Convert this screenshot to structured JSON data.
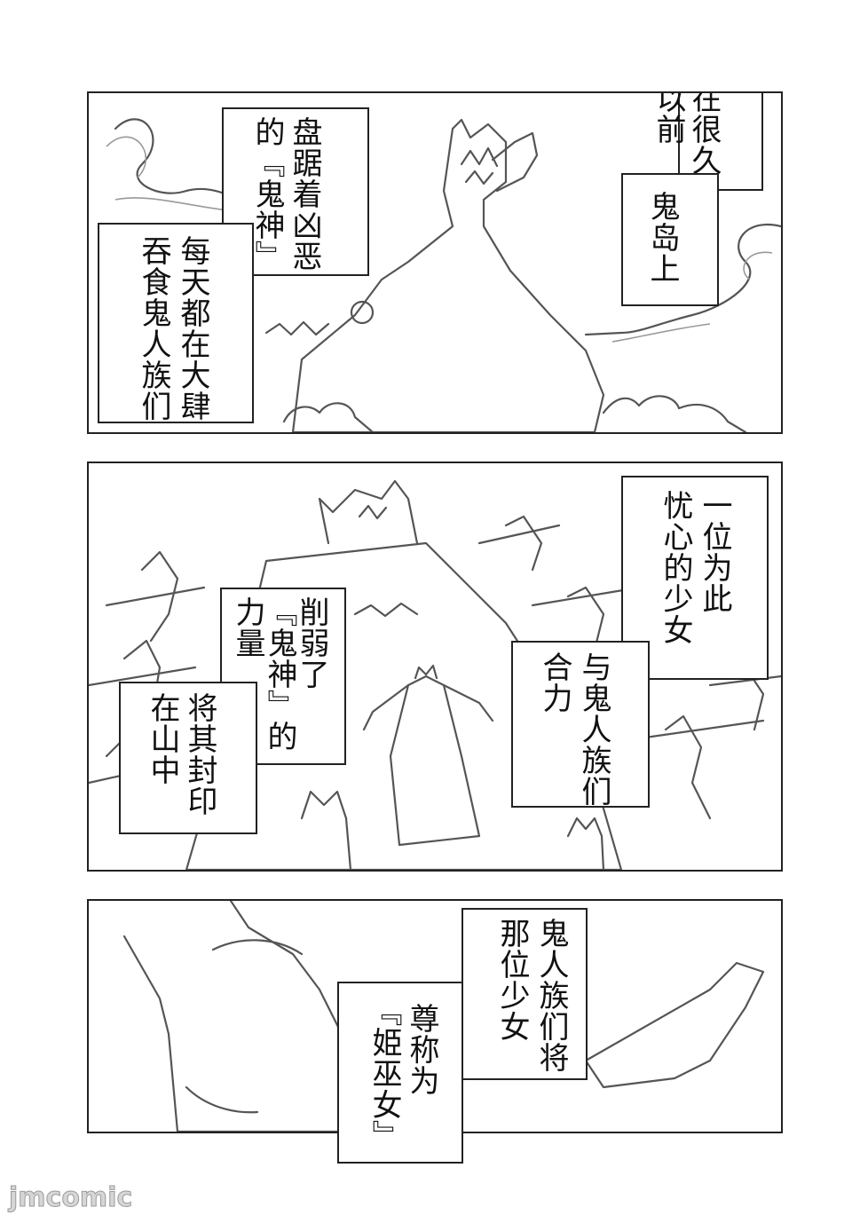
{
  "panels": [
    {
      "captions": [
        {
          "lines": [
            "在很久",
            "以前"
          ]
        },
        {
          "lines": [
            "鬼岛上"
          ]
        },
        {
          "lines": [
            "盘踞着凶恶",
            "的『鬼神』"
          ]
        },
        {
          "lines": [
            "每天都在大肆",
            "吞食鬼人族们"
          ]
        }
      ]
    },
    {
      "captions": [
        {
          "lines": [
            "一位为此",
            "忧心的少女"
          ]
        },
        {
          "lines": [
            "与鬼人族们",
            "合力"
          ]
        },
        {
          "lines": [
            "削弱了",
            "『鬼神』的",
            "力量"
          ]
        },
        {
          "lines": [
            "将其封印",
            "在山中"
          ]
        }
      ]
    },
    {
      "captions": [
        {
          "lines": [
            "鬼人族们将",
            "那位少女"
          ]
        },
        {
          "lines": [
            "尊称为",
            "『姫巫女』"
          ]
        }
      ]
    }
  ],
  "watermark": {
    "text": "jmcomic"
  },
  "colors": {
    "ink": "#111111",
    "sketch": "#555555",
    "paper": "#ffffff"
  }
}
